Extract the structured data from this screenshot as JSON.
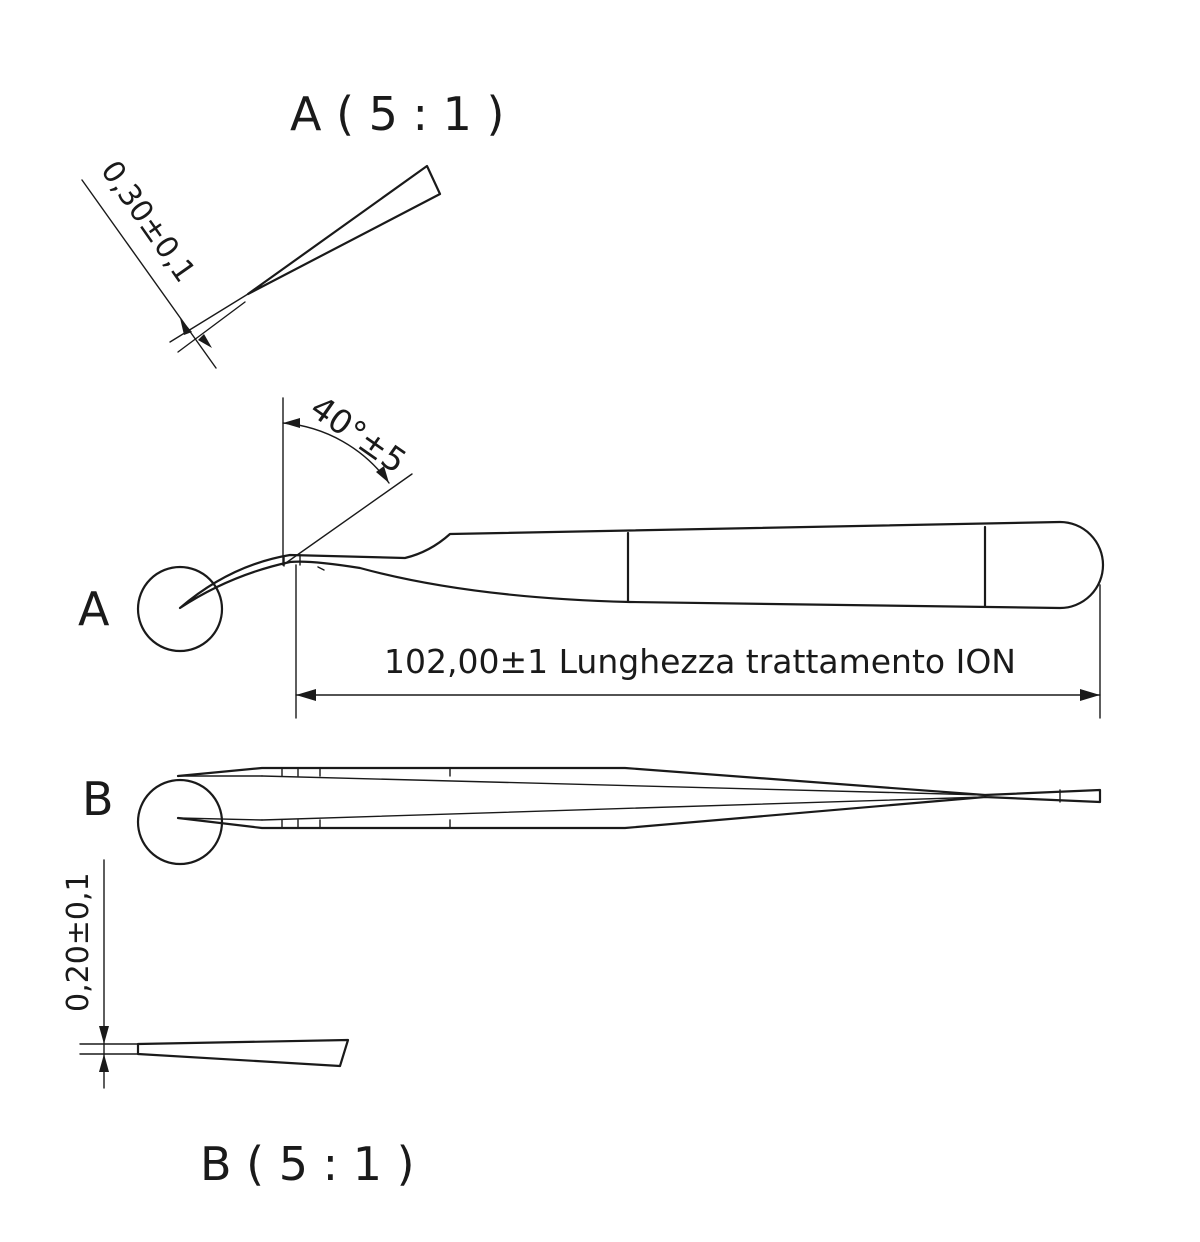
{
  "detail_a": {
    "title": "A ( 5 : 1 )",
    "tip_tolerance": "0,30±0,1"
  },
  "side_view": {
    "marker": "A",
    "angle": "40°±5",
    "length_dimension": "102,00±1 Lunghezza trattamento ION"
  },
  "top_view": {
    "marker": "B"
  },
  "detail_b": {
    "title": "B ( 5 : 1 )",
    "tip_tolerance": "0,20±0,1"
  }
}
